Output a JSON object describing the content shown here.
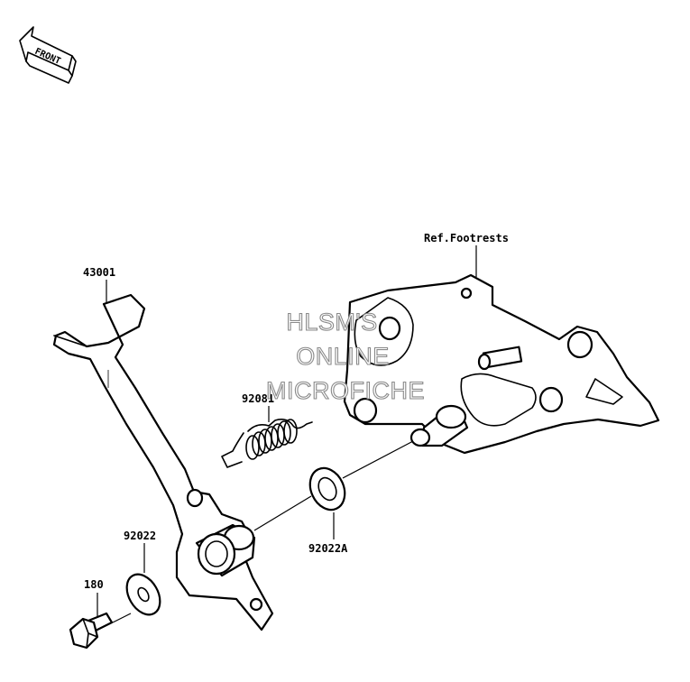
{
  "front_arrow": {
    "label": "FRONT"
  },
  "watermark": {
    "line1": "HLSM'S",
    "line2": "ONLINE",
    "line3": "MICROFICHE"
  },
  "parts": [
    {
      "number": "43001"
    },
    {
      "number": "92081"
    },
    {
      "number": "92022"
    },
    {
      "number": "92022A"
    },
    {
      "number": "180"
    },
    {
      "number": "Ref.Footrests"
    }
  ]
}
